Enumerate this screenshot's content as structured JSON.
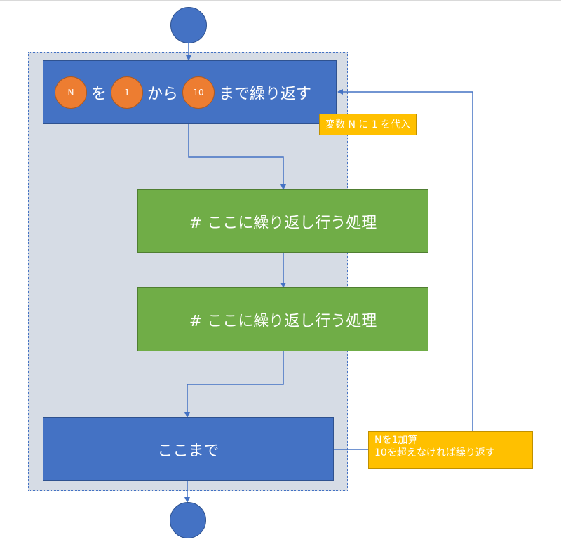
{
  "loop_header": {
    "var_badge": "N",
    "text_wo": "を",
    "start_badge": "1",
    "text_kara": "から",
    "end_badge": "10",
    "text_made": "まで繰り返す"
  },
  "assign_note": "変数 N に 1 を代入",
  "process_1": "# ここに繰り返し行う処理",
  "process_2": "# ここに繰り返し行う処理",
  "loop_end": "ここまで",
  "increment_note": {
    "line1": "Nを1加算",
    "line2": "10を超えなければ繰り返す"
  },
  "colors": {
    "terminal": "#4472c4",
    "loop_box": "#4472c4",
    "process_box": "#70ad47",
    "badge": "#ed7d31",
    "note": "#ffc000",
    "group_bg": "#d6dce5",
    "connector": "#4472c4"
  }
}
